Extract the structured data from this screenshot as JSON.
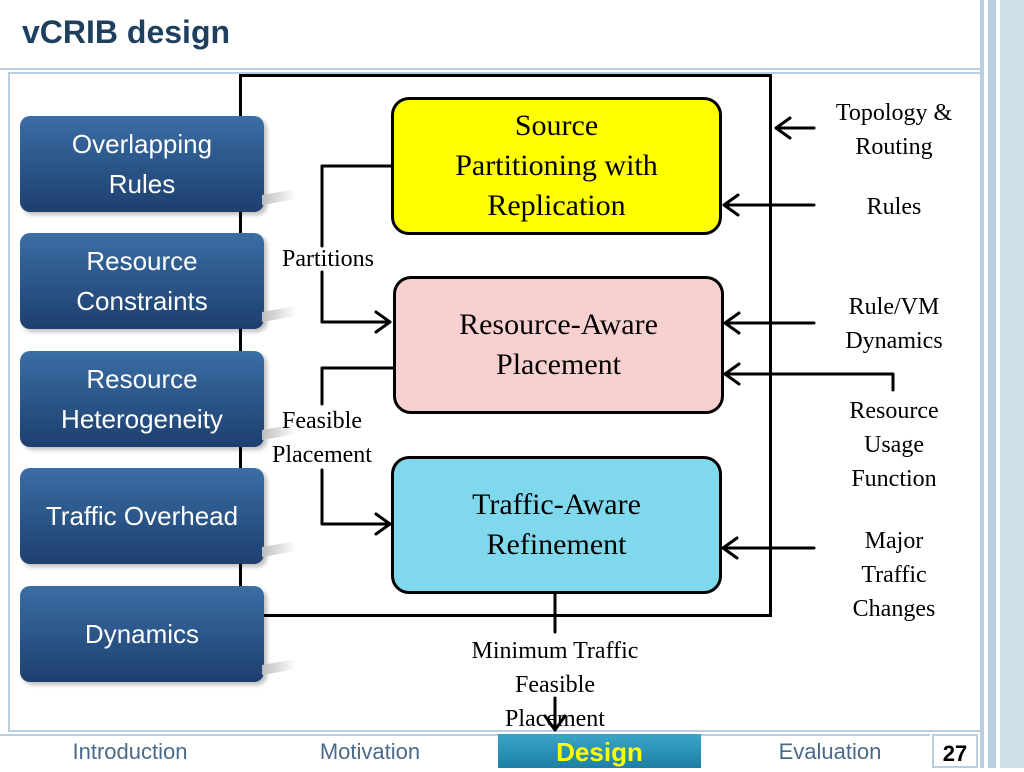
{
  "slide": {
    "title": "vCRIB design",
    "page_number": "27"
  },
  "left_boxes": [
    [
      "Overlapping",
      "Rules"
    ],
    [
      "Resource",
      "Constraints"
    ],
    [
      "Resource",
      "Heterogeneity"
    ],
    [
      "Traffic Overhead"
    ],
    [
      "Dynamics"
    ]
  ],
  "process_boxes": {
    "source": [
      "Source",
      "Partitioning with",
      "Replication"
    ],
    "resource": [
      "Resource-Aware",
      "Placement"
    ],
    "traffic": [
      "Traffic-Aware",
      "Refinement"
    ]
  },
  "flow_labels": {
    "partitions": "Partitions",
    "feasible": [
      "Feasible",
      "Placement"
    ],
    "output": [
      "Minimum Traffic",
      "Feasible",
      "Placement"
    ]
  },
  "inputs": {
    "topology": [
      "Topology &",
      "Routing"
    ],
    "rules": "Rules",
    "rule_vm": [
      "Rule/VM",
      "Dynamics"
    ],
    "resource_usage": [
      "Resource",
      "Usage",
      "Function"
    ],
    "major_traffic": [
      "Major",
      "Traffic",
      "Changes"
    ]
  },
  "nav": {
    "items": [
      "Introduction",
      "Motivation",
      "Design",
      "Evaluation"
    ],
    "active": "Design"
  },
  "colors": {
    "source_fill": "#ffff00",
    "resource_fill": "#f8d0d0",
    "traffic_fill": "#7fd8ec",
    "left_box": "#2a578e",
    "nav_active": "#2a93b8",
    "nav_active_text": "#ffff00"
  }
}
